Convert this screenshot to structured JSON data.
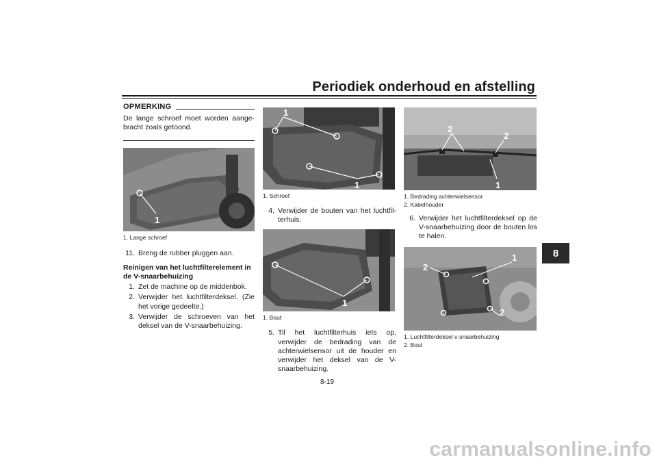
{
  "header": {
    "title": "Periodiek onderhoud en afstelling"
  },
  "chapter_tab": "8",
  "col1": {
    "note_title": "OPMERKING",
    "note_text": "De lange schroef moet worden aange-bracht zoals getoond.",
    "photo1": {
      "callouts": [
        "1"
      ],
      "caption": [
        "1. Lange schroef"
      ]
    },
    "step11": {
      "num": "11.",
      "text": "Breng de rubber pluggen aan."
    },
    "section_title": "Reinigen van het luchtfilterelement in de V-snaarbehuizing",
    "steps": [
      {
        "num": "1.",
        "text": "Zet de machine op de middenbok."
      },
      {
        "num": "2.",
        "text": "Verwijder het luchtfilterdeksel. (Zie het vorige gedeelte.)"
      },
      {
        "num": "3.",
        "text": "Verwijder de schroeven van het deksel van de V-snaarbehuizing."
      }
    ]
  },
  "col2": {
    "photo2": {
      "callouts": [
        "1",
        "1"
      ],
      "caption": [
        "1. Schroef"
      ]
    },
    "step4": {
      "num": "4.",
      "text": "Verwijder de bouten van het luchtfil-terhuis."
    },
    "photo3": {
      "callouts": [
        "1"
      ],
      "caption": [
        "1. Bout"
      ]
    },
    "step5": {
      "num": "5.",
      "text": "Til het luchtfilterhuis iets op, verwijder de bedrading van de achterwielsensor uit de houder en verwijder het deksel van de V-snaarbehuizing."
    }
  },
  "col3": {
    "photo4": {
      "callouts": [
        "2",
        "2",
        "1"
      ],
      "caption": [
        "1. Bedrading achterwielsensor",
        "2. Kabelhouder"
      ]
    },
    "step6": {
      "num": "6.",
      "text": "Verwijder het luchtfilterdeksel op de V-snaarbehuizing door de bouten los te halen."
    },
    "photo5": {
      "callouts": [
        "1",
        "2",
        "2"
      ],
      "caption": [
        "1. Luchtfilterdeksel v-snaarbehuizing",
        "2. Bout"
      ]
    }
  },
  "footer": {
    "page_number": "8-19"
  },
  "watermark": "carmanualsonline.info"
}
